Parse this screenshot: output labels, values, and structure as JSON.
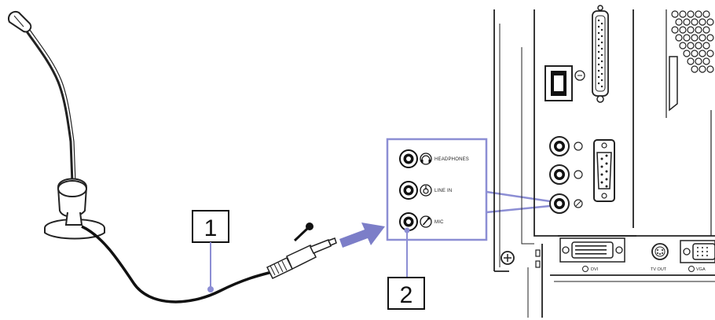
{
  "callouts": [
    {
      "number": "1"
    },
    {
      "number": "2"
    }
  ],
  "zoom_panel": {
    "ports": [
      {
        "label": "HEADPHONES",
        "icon": "headphones-icon"
      },
      {
        "label": "LINE IN",
        "icon": "line-in-icon"
      },
      {
        "label": "MIC",
        "icon": "microphone-icon"
      }
    ]
  },
  "rear_panel_labels": {
    "dvi": "DVI",
    "tv_out": "TV OUT",
    "vga": "VGA"
  },
  "colors": {
    "highlight": "#8c8ed4",
    "arrow": "#7c7ec8",
    "line": "#222222"
  }
}
